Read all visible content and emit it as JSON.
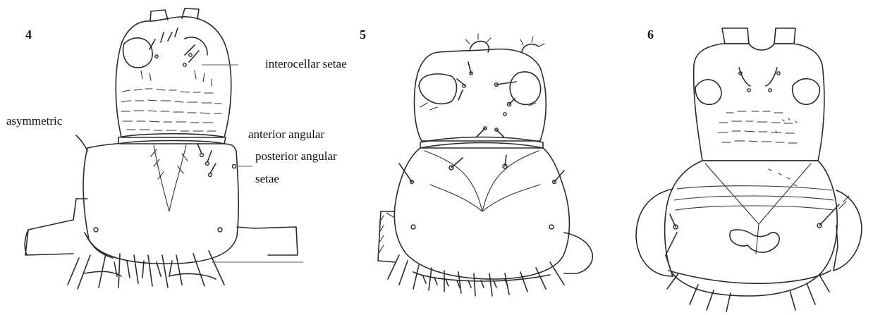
{
  "panels": [
    {
      "number": "4"
    },
    {
      "number": "5"
    },
    {
      "number": "6"
    }
  ],
  "annotations": {
    "interocellar": "interocellar setae",
    "asymmetric": "asymmetric",
    "anterior_angular": "anterior angular",
    "posterior_angular": "posterior angular",
    "setae": "setae"
  }
}
